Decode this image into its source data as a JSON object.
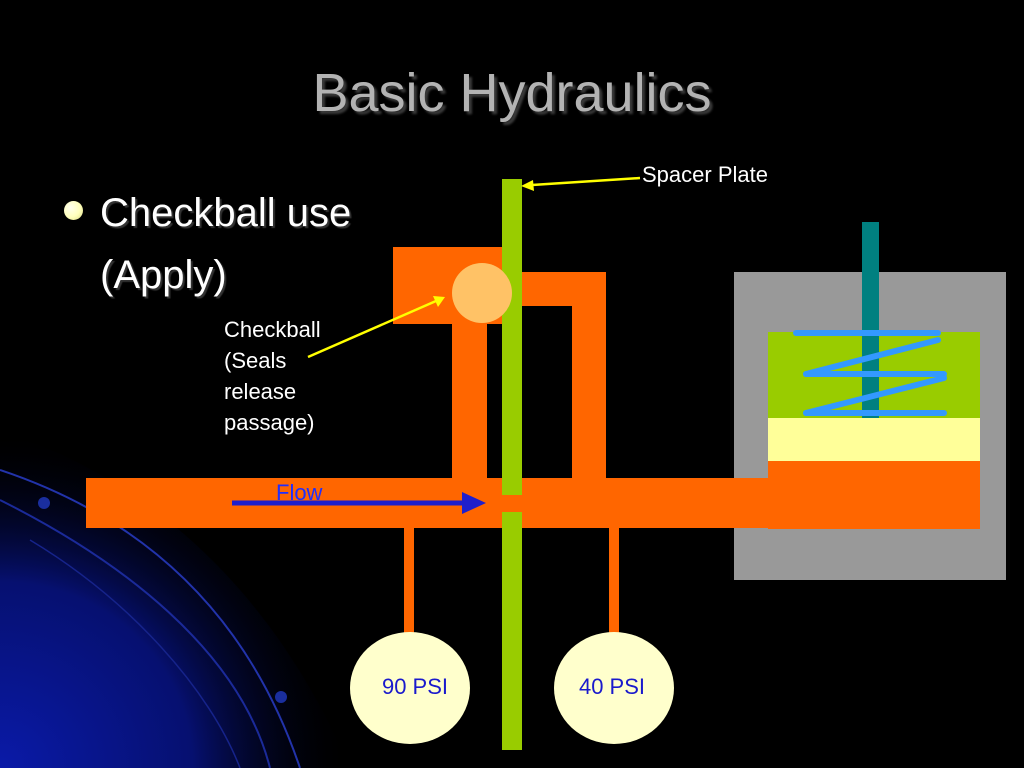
{
  "slide": {
    "title": "Basic Hydraulics",
    "bullet": {
      "line1": "Checkball use",
      "line2": "(Apply)"
    }
  },
  "labels": {
    "spacer_plate": "Spacer Plate",
    "checkball": [
      "Checkball",
      "(Seals",
      "release",
      "passage)"
    ],
    "flow": "Flow",
    "gauge_left": "90 PSI",
    "gauge_right": "40 PSI"
  },
  "colors": {
    "oil": "#ff6600",
    "spacer_plate": "#99cc00",
    "checkball": "#ffc266",
    "servo_housing": "#999999",
    "piston_top": "#99cc00",
    "piston_bottom": "#ffff99",
    "spring": "#3399ff",
    "rod": "#008080",
    "gauge": "#ffffcc",
    "pointer": "#ffff00",
    "flow_arrow": "#1f1fcc"
  },
  "icons": {
    "bullet": "round-bullet-icon",
    "flow_direction": "right-arrow-icon",
    "spring": "coil-spring-icon"
  }
}
